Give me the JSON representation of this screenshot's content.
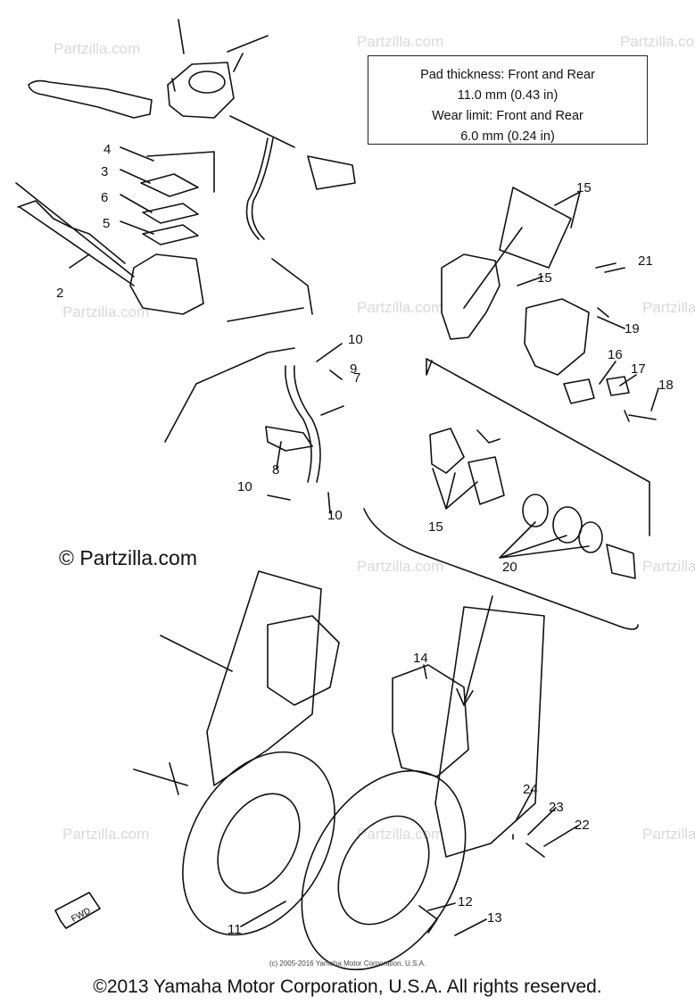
{
  "watermark": {
    "text": "Partzilla.com",
    "symbol": "©"
  },
  "spec_box": {
    "pad_line": "Pad thickness:  Front and Rear",
    "pad_value": "11.0 mm (0.43 in)",
    "wear_line": "Wear limit:  Front and Rear",
    "wear_value": "6.0 mm (0.24 in)"
  },
  "middle_watermark": "© Partzilla.com",
  "direction_label": "FWD",
  "callouts": [
    "2",
    "3",
    "4",
    "5",
    "6",
    "7",
    "8",
    "9",
    "10",
    "10",
    "10",
    "11",
    "12",
    "13",
    "14",
    "15",
    "15",
    "15",
    "16",
    "17",
    "18",
    "19",
    "20",
    "21",
    "22",
    "23",
    "24"
  ],
  "copyright_small": "(c) 2005-2016 Yamaha Motor Corporation, U.S.A.",
  "copyright_main": "©2013 Yamaha Motor Corporation, U.S.A. All rights reserved."
}
